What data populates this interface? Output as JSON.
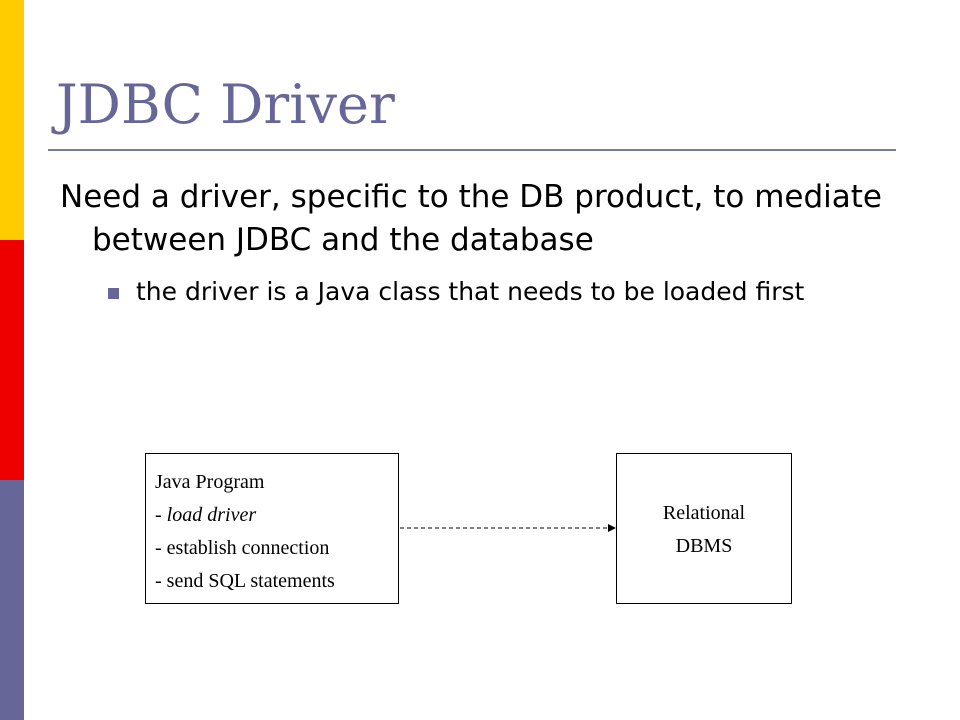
{
  "colors": {
    "bar_top": "#ffcc00",
    "bar_middle": "#ee0000",
    "bar_bottom": "#666699",
    "title": "#666699"
  },
  "slide": {
    "title": "JDBC Driver",
    "main_point": "Need a driver, specific to the DB product, to mediate between JDBC and the database",
    "sub_point": "the driver is a Java class that needs to be loaded first"
  },
  "diagram": {
    "java_box": {
      "heading": "Java Program",
      "line1_prefix": "- ",
      "line1_text": "load driver",
      "line2": "- establish connection",
      "line3": "- send SQL statements"
    },
    "dbms_box": {
      "line1": "Relational",
      "line2": "DBMS"
    },
    "connector": {
      "style": "dashed",
      "direction": "to-dbms",
      "head_icon": "arrow-head-icon"
    }
  }
}
